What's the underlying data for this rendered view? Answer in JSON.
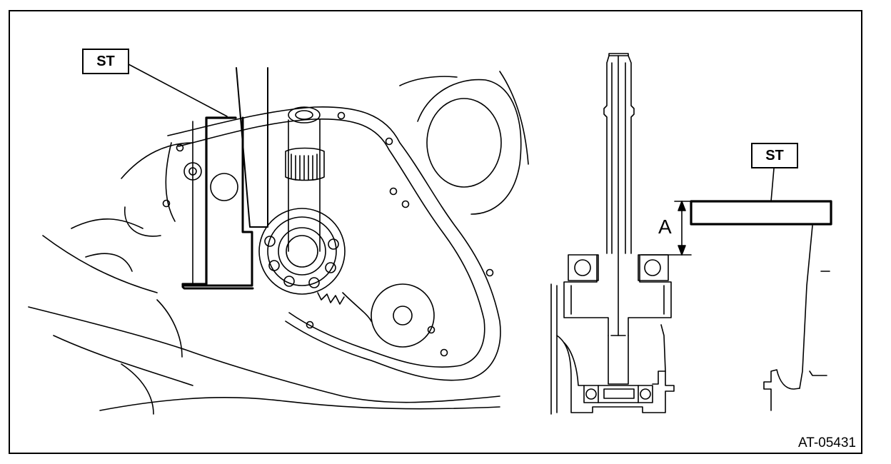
{
  "callouts": {
    "left_tool": "ST",
    "right_tool": "ST"
  },
  "dimension": {
    "label": "A"
  },
  "figure_id": "AT-05431"
}
